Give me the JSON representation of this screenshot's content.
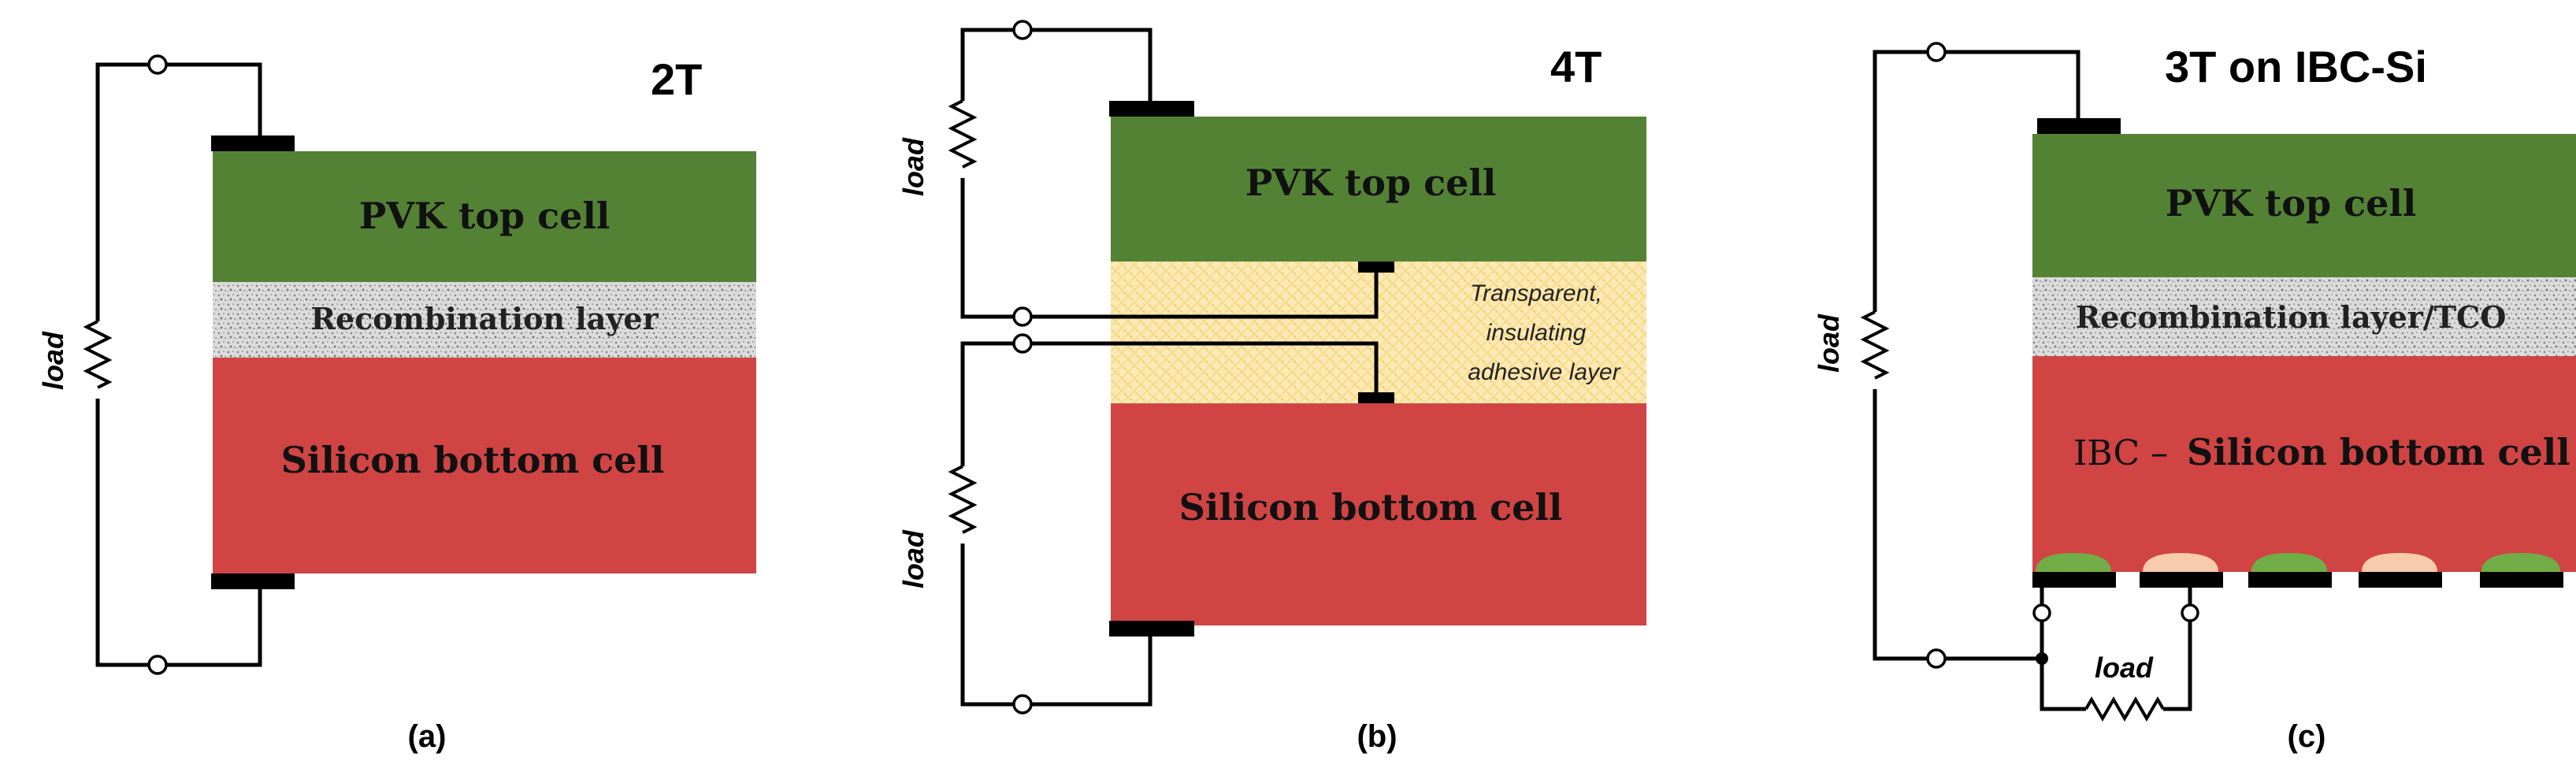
{
  "colors": {
    "pvk": "#548235",
    "recombination": "#d4d4d4",
    "silicon": "#d04444",
    "adhesive": "#fbe3a0",
    "contact": "#000000",
    "green_contact": "#70ad47",
    "peach_contact": "#f8cbad"
  },
  "panel_a": {
    "title": "2T",
    "top_cell": "PVK top cell",
    "middle_layer": "Recombination layer",
    "bottom_cell": "Silicon bottom cell",
    "load": "load",
    "caption": "(a)"
  },
  "panel_b": {
    "title": "4T",
    "top_cell": "PVK top cell",
    "adhesive_lines": [
      "Transparent,",
      "insulating",
      "adhesive layer"
    ],
    "bottom_cell": "Silicon bottom cell",
    "load_top": "load",
    "load_bottom": "load",
    "caption": "(b)"
  },
  "panel_c": {
    "title": "3T  on IBC-Si",
    "top_cell": "PVK top cell",
    "middle_layer": "Recombination layer/TCO",
    "bottom_cell_prefix": "IBC –",
    "bottom_cell": "Silicon bottom cell",
    "load_left": "load",
    "load_bottom": "load",
    "caption": "(c)"
  }
}
